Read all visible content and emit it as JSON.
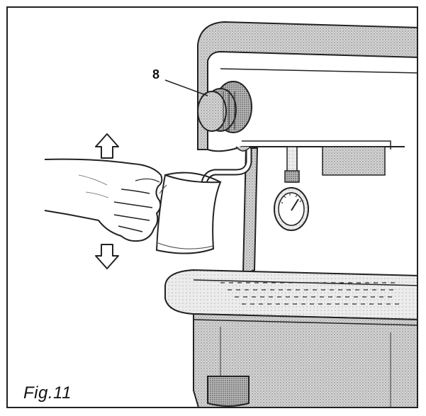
{
  "figure": {
    "caption": "Fig.11",
    "callouts": [
      {
        "label": "8"
      }
    ],
    "arrows": [
      {
        "direction": "up"
      },
      {
        "direction": "down"
      }
    ]
  }
}
